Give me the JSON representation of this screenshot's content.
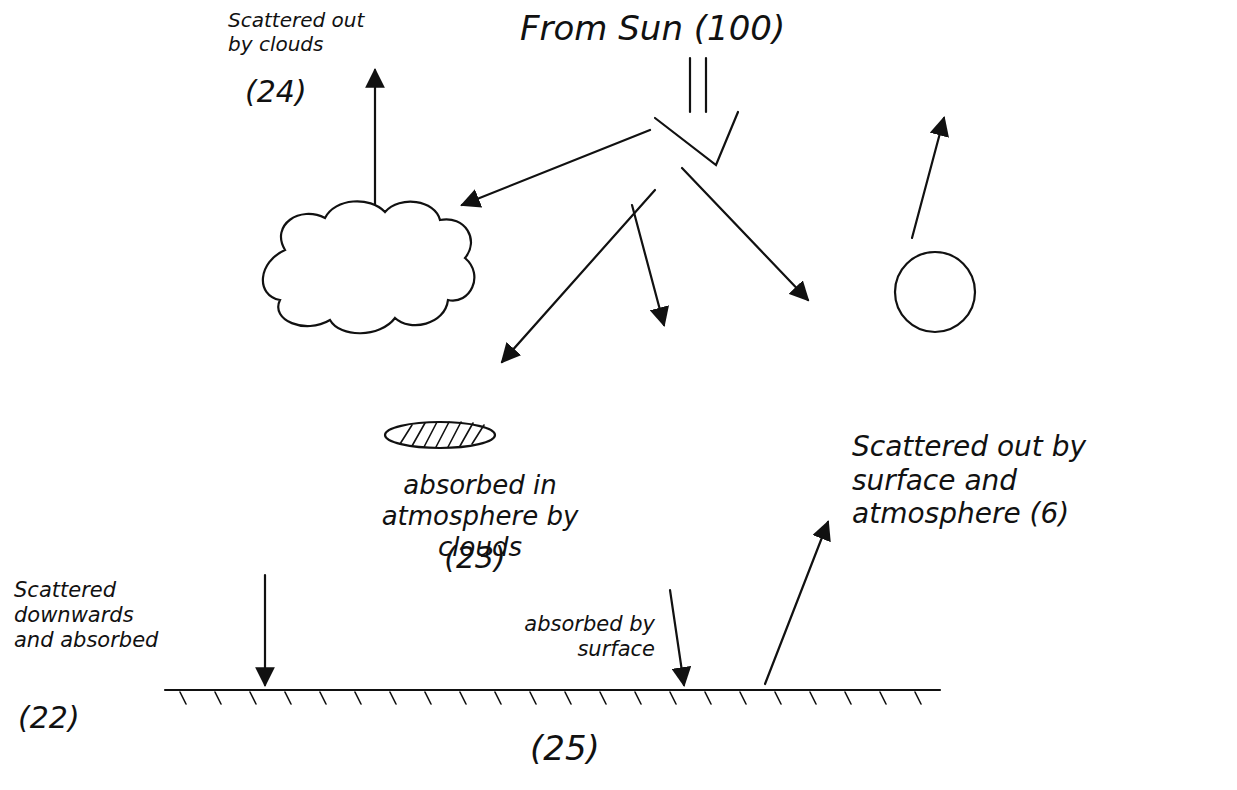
{
  "diagram": {
    "labels": [
      "From Sun (100)",
      "Scattered out by clouds",
      "(24)",
      "absorbed in atmosphere by clouds",
      "(23)",
      "Scattered out by surface and atmosphere (6)",
      "Scattered downwards and absorbed",
      "(22)",
      "absorbed by surface",
      "(25)"
    ]
  }
}
